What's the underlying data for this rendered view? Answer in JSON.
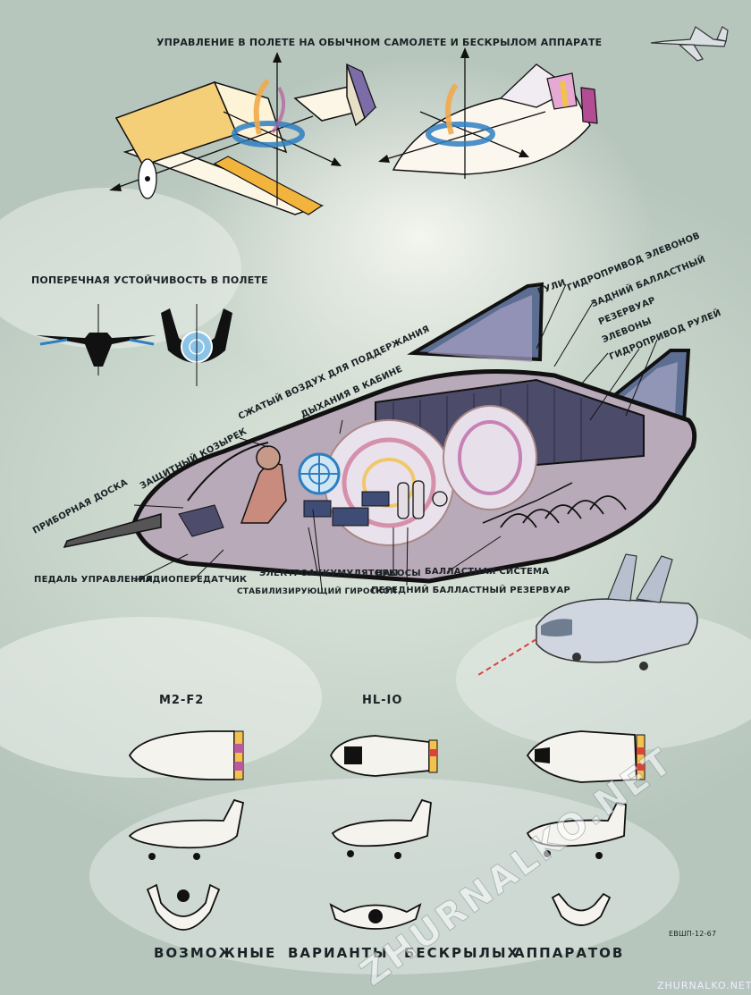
{
  "title": "УПРАВЛЕНИЕ В ПОЛЕТЕ НА ОБЫЧНОМ САМОЛЕТЕ И БЕСКРЫЛОМ АППАРАТЕ",
  "stability_title": "ПОПЕРЕЧНАЯ УСТОЙЧИВОСТЬ В ПОЛЕТЕ",
  "labels": {
    "rudders": "РУЛИ",
    "elevon_hydraulics": "ГИДРОПРИВОД ЭЛЕВОНОВ",
    "rear_ballast": "ЗАДНИЙ БАЛЛАСТНЫЙ",
    "reservoir": "РЕЗЕРВУАР",
    "elevons": "ЭЛЕВОНЫ",
    "rudder_hydraulics": "ГИДРОПРИВОД РУЛЕЙ",
    "compressed_air_1": "СЖАТЫЙ ВОЗДУХ ДЛЯ ПОДДЕРЖАНИЯ",
    "compressed_air_2": "ДЫХАНИЯ В КАБИНЕ",
    "windshield": "ЗАЩИТНЫЙ КОЗЫРЕК",
    "instrument_panel": "ПРИБОРНАЯ ДОСКА",
    "control_pedal": "ПЕДАЛЬ УПРАВЛЕНИЯ",
    "radio_transmitter": "РАДИОПЕРЕДАТЧИК",
    "batteries": "ЭЛЕКТРОАККУМУЛЯТОРЫ",
    "gyroscope": "СТАБИЛИЗИРУЮЩИЙ ГИРОСКОП",
    "pumps": "НАСОСЫ",
    "ballast_system": "БАЛЛАСТНАЯ СИСТЕМА",
    "front_ballast": "ПЕРЕДНИЙ БАЛЛАСТНЫЙ РЕЗЕРВУАР"
  },
  "models": [
    "M2-F2",
    "HL-IO"
  ],
  "footer": [
    "ВОЗМОЖНЫЕ",
    "ВАРИАНТЫ",
    "БЕСКРЫЛЫХ",
    "АППАРАТОВ"
  ],
  "signature": "ЕВШП-12-67",
  "watermark": "ZHURNALKO.NET",
  "watermark_small": "ZHURNALKO.NET",
  "colors": {
    "sky": "#c9d6cc",
    "hull_fill": "#b8aab8",
    "fin_fill": "#5d6e93",
    "outline": "#111111",
    "accent_yellow": "#f2c14e",
    "accent_red": "#d8443c",
    "accent_blue": "#2e7fc1",
    "accent_magenta": "#b85a9c"
  }
}
